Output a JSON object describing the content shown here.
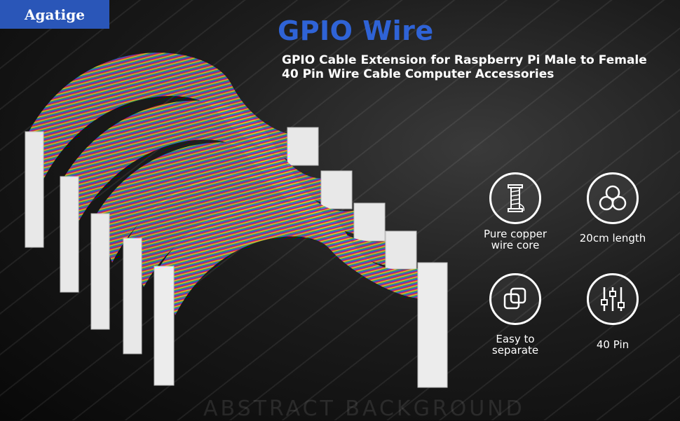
{
  "brand": {
    "name": "Agatige",
    "color": "#2a56b8"
  },
  "title": "GPIO Wire",
  "subtitle": {
    "line1": "GPIO Cable Extension for Raspberry Pi Male to Female",
    "line2": "40 Pin Wire Cable Computer Accessories"
  },
  "watermark": "ABSTRACT BACKGROUND",
  "features": [
    {
      "icon": "wire-spool-icon",
      "line1": "Pure copper",
      "line2": "wire core"
    },
    {
      "icon": "three-circles-icon",
      "line1": "20cm length",
      "line2": ""
    },
    {
      "icon": "overlapping-squares-icon",
      "line1": "Easy to",
      "line2": "separate"
    },
    {
      "icon": "sliders-icon",
      "line1": "40 Pin",
      "line2": ""
    }
  ],
  "colors": {
    "title": "#2f63d6",
    "background": "#0d0d0d",
    "rainbow": [
      "#8b4a2b",
      "#e53935",
      "#fb8c00",
      "#fdd835",
      "#43a047",
      "#1e88e5",
      "#8e24aa",
      "#9e9e9e",
      "#f5f5f5",
      "#212121"
    ]
  }
}
